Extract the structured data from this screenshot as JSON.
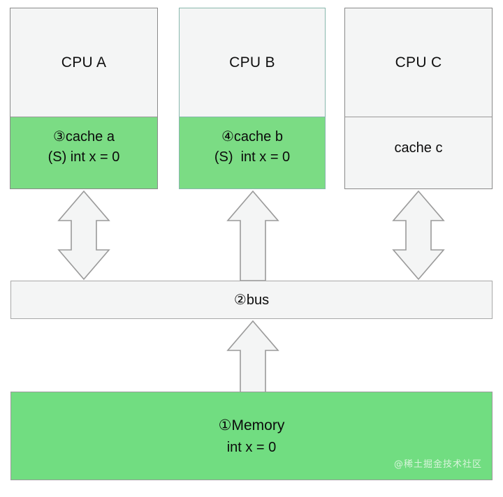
{
  "diagram": {
    "title": "MESI cache coherence bus diagram",
    "colors": {
      "green_fill": "#7bdc84",
      "memory_green": "#71dd81",
      "grey_fill": "#f4f5f5",
      "grey_border": "#8a8a8a",
      "teal_border": "#89b7ad",
      "arrow_fill": "#f4f5f5",
      "arrow_stroke": "#9a9a9a"
    },
    "columns": [
      {
        "id": "cpu-a",
        "cpu_label": "CPU A",
        "border_style": "grey",
        "cache": {
          "highlighted": true,
          "line1": "③cache a",
          "line2": "(S) int x = 0"
        }
      },
      {
        "id": "cpu-b",
        "cpu_label": "CPU B",
        "border_style": "teal",
        "cache": {
          "highlighted": true,
          "line1": "④cache b",
          "line2": "(S)  int x = 0"
        }
      },
      {
        "id": "cpu-c",
        "cpu_label": "CPU C",
        "border_style": "grey",
        "cache": {
          "highlighted": false,
          "line1": "cache c",
          "line2": ""
        }
      }
    ],
    "bus": {
      "label": "②bus"
    },
    "memory": {
      "title": "①Memory",
      "sub": "int x = 0"
    },
    "arrows": [
      {
        "id": "arrow-cache-a-bus",
        "direction": "double"
      },
      {
        "id": "arrow-cache-b-bus",
        "direction": "up"
      },
      {
        "id": "arrow-cache-c-bus",
        "direction": "double"
      },
      {
        "id": "arrow-memory-bus",
        "direction": "up"
      }
    ],
    "watermark": "@稀土掘金技术社区"
  }
}
